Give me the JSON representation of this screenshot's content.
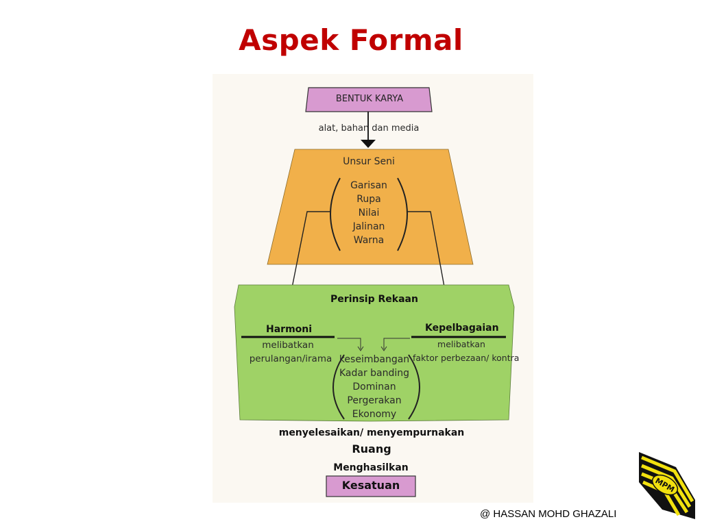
{
  "slide": {
    "title": "Aspek Formal",
    "credit": "@ HASSAN MOHD GHAZALI"
  },
  "logo": {
    "text": "MPM",
    "colors": [
      "#f2e10f",
      "#111111"
    ]
  },
  "diagram": {
    "bentuk_karya": "BENTUK KARYA",
    "arrow_label": "alat, bahan dan media",
    "unsur_seni": {
      "title": "Unsur Seni",
      "items": [
        "Garisan",
        "Rupa",
        "Nilai",
        "Jalinan",
        "Warna"
      ]
    },
    "perinsip": {
      "title": "Perinsip Rekaan",
      "harmoni": {
        "label": "Harmoni",
        "line1": "melibatkan",
        "line2": "perulangan/irama"
      },
      "kepelbagaian": {
        "label": "Kepelbagaian",
        "line1": "melibatkan",
        "line2": "faktor perbezaan/ kontra"
      },
      "items": [
        "keseimbangan",
        "Kadar banding",
        "Dominan",
        "Pergerakan",
        "Ekonomy"
      ]
    },
    "menyelesaikan": "menyelesaikan/ menyempurnakan",
    "ruang": "Ruang",
    "menghasilkan": "Menghasilkan",
    "kesatuan": "Kesatuan"
  },
  "colors": {
    "title": "#c00000",
    "pink_box": "#d89ad0",
    "orange": "#f1b04a",
    "green": "#9fd266"
  }
}
